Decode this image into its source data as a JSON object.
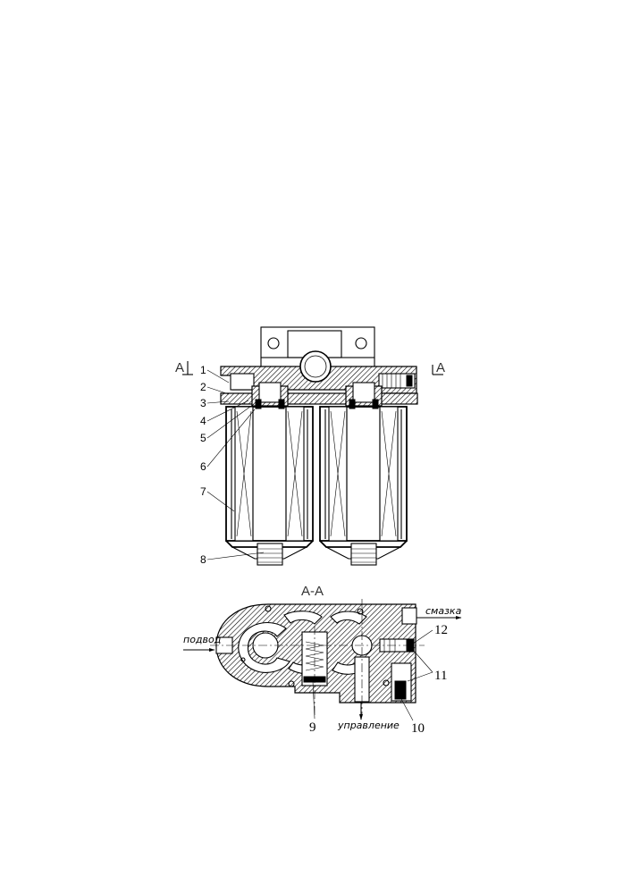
{
  "figure": {
    "section_marks": {
      "left": "А",
      "right": "А"
    },
    "section_title": "А-А",
    "callouts": [
      "1",
      "2",
      "3",
      "4",
      "5",
      "6",
      "7",
      "8"
    ],
    "section_callouts": {
      "n9": "9",
      "n10": "10",
      "n11": "11",
      "n12": "12"
    },
    "flows": {
      "inlet": "подвод",
      "lubrication": "смазка",
      "control": "управление"
    }
  }
}
